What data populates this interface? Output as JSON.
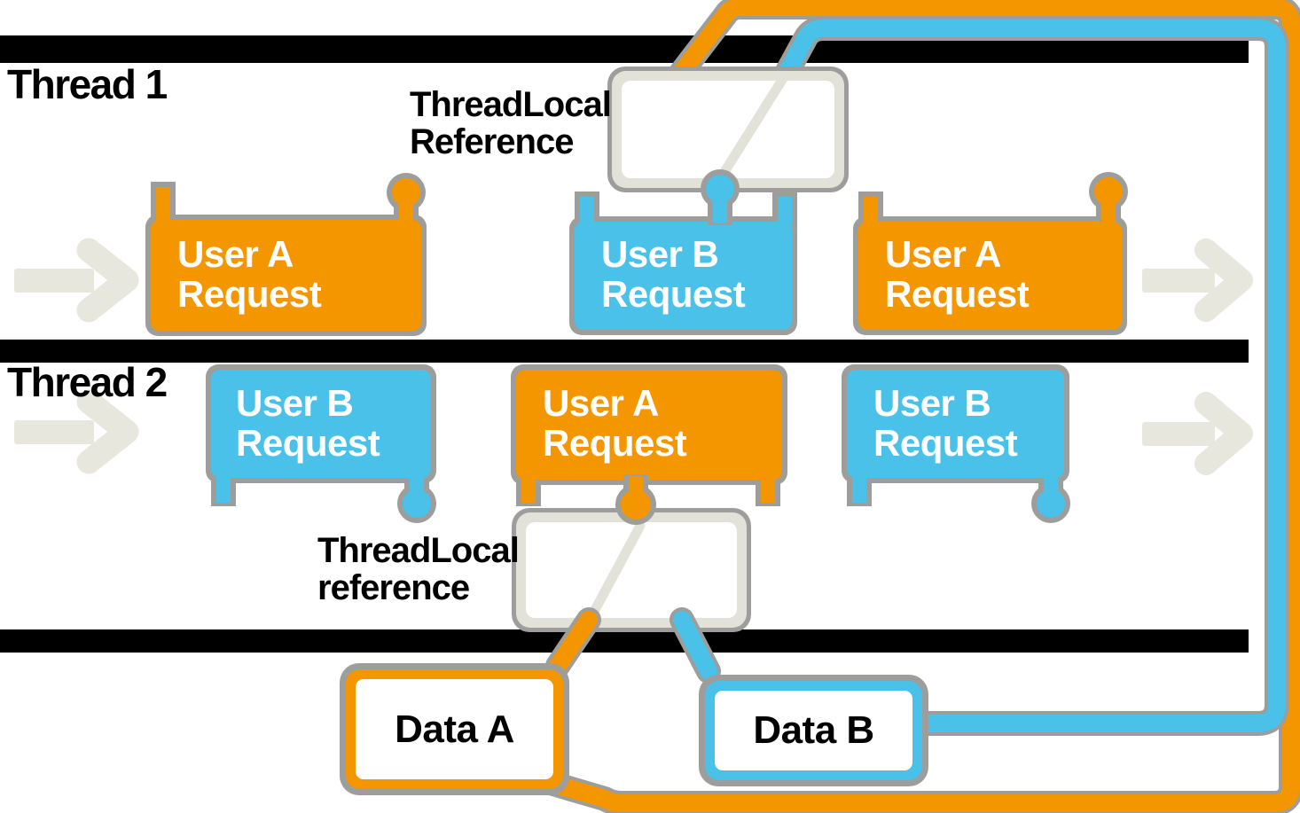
{
  "colors": {
    "orange": "#F49600",
    "blue": "#4AC1E8",
    "black": "#000000",
    "gray": "#9D9D9B",
    "beige": "#E2E2D8",
    "beige_light": "#E7E7DE",
    "white": "#FFFFFF"
  },
  "thread_rows": [
    {
      "label": "Thread 1",
      "requests": [
        {
          "line1": "User A",
          "line2": "Request",
          "owner": "A",
          "color": "#F49600"
        },
        {
          "line1": "User B",
          "line2": "Request",
          "owner": "B",
          "color": "#4AC1E8"
        },
        {
          "line1": "User A",
          "line2": "Request",
          "owner": "A",
          "color": "#F49600"
        }
      ]
    },
    {
      "label": "Thread 2",
      "requests": [
        {
          "line1": "User B",
          "line2": "Request",
          "owner": "B",
          "color": "#4AC1E8"
        },
        {
          "line1": "User A",
          "line2": "Request",
          "owner": "A",
          "color": "#F49600"
        },
        {
          "line1": "User B",
          "line2": "Request",
          "owner": "B",
          "color": "#4AC1E8"
        }
      ]
    }
  ],
  "threadlocal_labels": [
    {
      "line1": "ThreadLocal",
      "line2": "Reference"
    },
    {
      "line1": "ThreadLocal",
      "line2": "reference"
    }
  ],
  "data_nodes": [
    {
      "label": "Data A",
      "owner": "A",
      "color": "#F49600"
    },
    {
      "label": "Data B",
      "owner": "B",
      "color": "#4AC1E8"
    }
  ]
}
